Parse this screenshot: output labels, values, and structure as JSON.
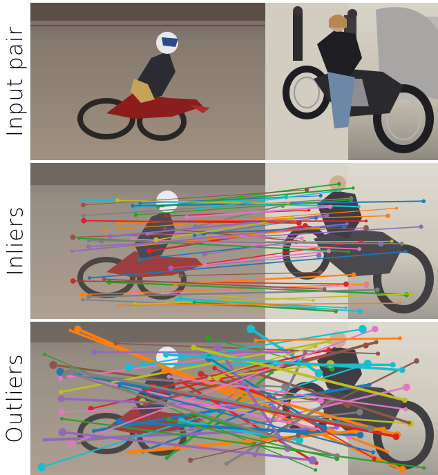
{
  "rows": [
    {
      "label": "Input pair"
    },
    {
      "label": "Inliers"
    },
    {
      "label": "Outliers"
    }
  ],
  "palette": [
    "#1f77b4",
    "#ff7f0e",
    "#2ca02c",
    "#d62728",
    "#9467bd",
    "#8c564b",
    "#e377c2",
    "#7f7f7f",
    "#bcbd22",
    "#17becf"
  ],
  "scene": {
    "left_image": "motocross rider leaning a dirt bike on a dirt track",
    "right_image": "woman sitting on a parked motorcycle in a garage"
  }
}
